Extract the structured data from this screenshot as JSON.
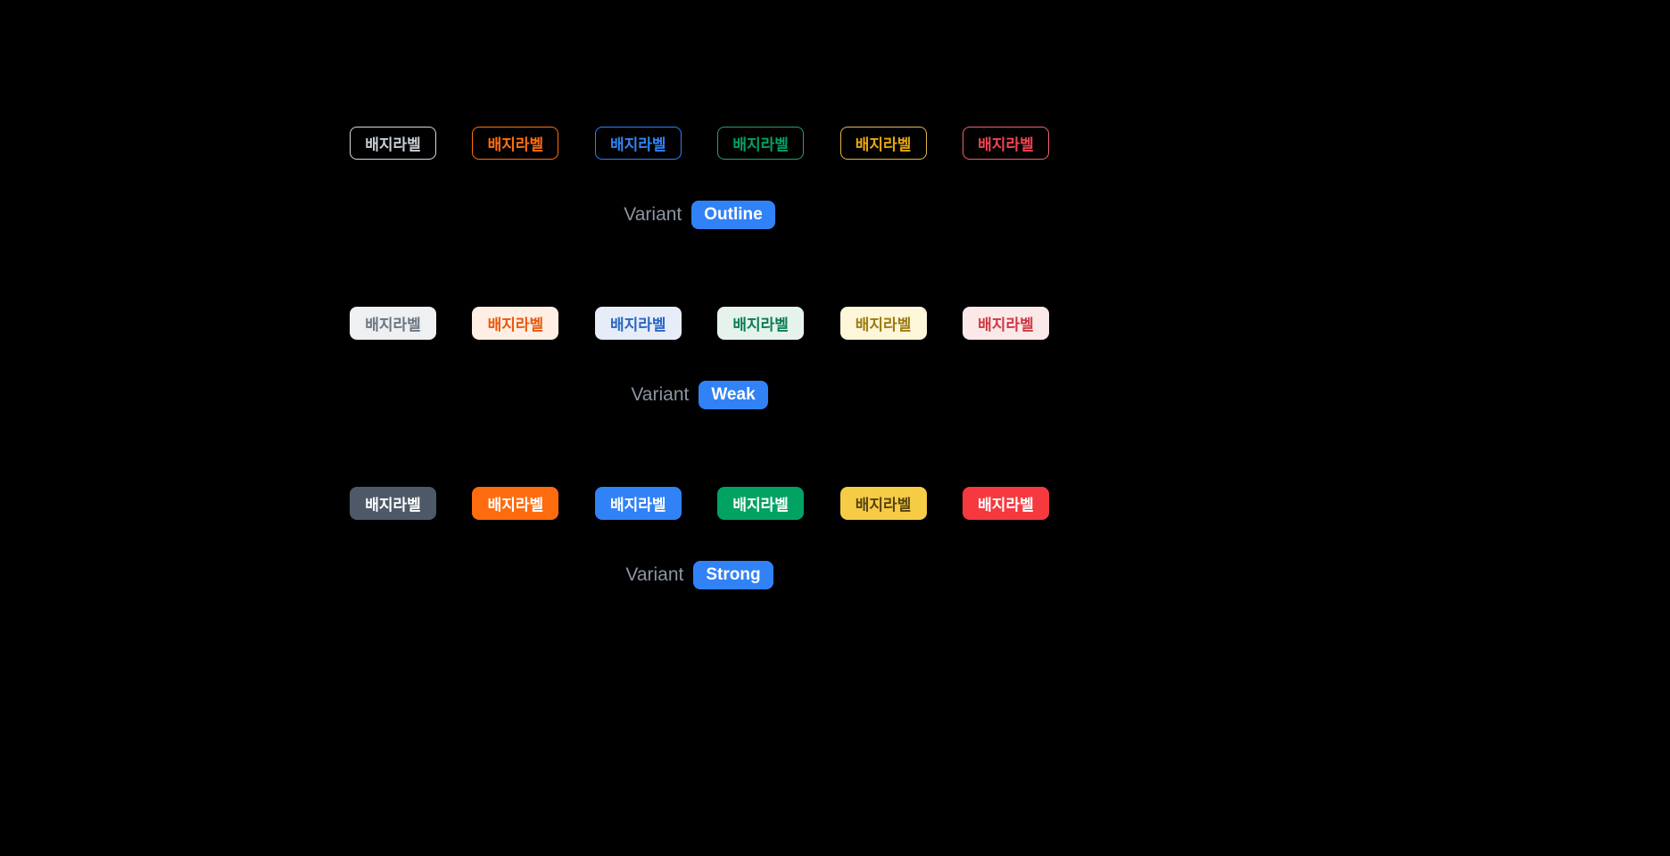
{
  "page": {
    "background": "#000000",
    "accent": "#3182f6"
  },
  "variant_label": "Variant",
  "rows": [
    {
      "variant": "Outline",
      "badges": [
        {
          "color": "grey",
          "text": "배지라벨",
          "fg": "#c9cfd6",
          "bg": "transparent",
          "border": "#d6dade"
        },
        {
          "color": "orange",
          "text": "배지라벨",
          "fg": "#ff6f0f",
          "bg": "transparent",
          "border": "#ff6f0f"
        },
        {
          "color": "blue",
          "text": "배지라벨",
          "fg": "#3182f6",
          "bg": "transparent",
          "border": "#3182f6"
        },
        {
          "color": "green",
          "text": "배지라벨",
          "fg": "#02a262",
          "bg": "transparent",
          "border": "#2f9e68"
        },
        {
          "color": "yellow",
          "text": "배지라벨",
          "fg": "#e5a910",
          "bg": "transparent",
          "border": "#e0b84a"
        },
        {
          "color": "red",
          "text": "배지라벨",
          "fg": "#f04452",
          "bg": "transparent",
          "border": "#f0626d"
        }
      ]
    },
    {
      "variant": "Weak",
      "badges": [
        {
          "color": "grey",
          "text": "배지라벨",
          "fg": "#6b7684",
          "bg": "#eef0f1",
          "border": "transparent"
        },
        {
          "color": "orange",
          "text": "배지라벨",
          "fg": "#e8590c",
          "bg": "#feeee3",
          "border": "transparent"
        },
        {
          "color": "blue",
          "text": "배지라벨",
          "fg": "#2a66c4",
          "bg": "#e7edf8",
          "border": "transparent"
        },
        {
          "color": "green",
          "text": "배지라벨",
          "fg": "#0a7d55",
          "bg": "#e6f3ed",
          "border": "transparent"
        },
        {
          "color": "yellow",
          "text": "배지라벨",
          "fg": "#9c7b11",
          "bg": "#fdf6d8",
          "border": "transparent"
        },
        {
          "color": "red",
          "text": "배지라벨",
          "fg": "#d03742",
          "bg": "#fbe9e9",
          "border": "transparent"
        }
      ]
    },
    {
      "variant": "Strong",
      "badges": [
        {
          "color": "grey",
          "text": "배지라벨",
          "fg": "#ffffff",
          "bg": "#4e5968",
          "border": "transparent"
        },
        {
          "color": "orange",
          "text": "배지라벨",
          "fg": "#ffffff",
          "bg": "#ff6b0f",
          "border": "transparent"
        },
        {
          "color": "blue",
          "text": "배지라벨",
          "fg": "#ffffff",
          "bg": "#3182f6",
          "border": "transparent"
        },
        {
          "color": "green",
          "text": "배지라벨",
          "fg": "#ffffff",
          "bg": "#02a262",
          "border": "transparent"
        },
        {
          "color": "yellow",
          "text": "배지라벨",
          "fg": "#584410",
          "bg": "#f6cc46",
          "border": "transparent"
        },
        {
          "color": "red",
          "text": "배지라벨",
          "fg": "#ffffff",
          "bg": "#f5393f",
          "border": "transparent"
        }
      ]
    }
  ]
}
